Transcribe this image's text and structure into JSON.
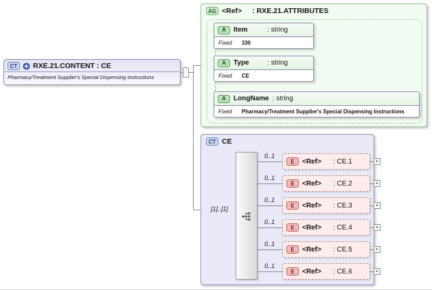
{
  "root": {
    "badge": "CT",
    "title": "RXE.21.CONTENT : CE",
    "subtitle": "Pharmacy/Treatment Supplier's Special Dispensing Instructions"
  },
  "attribute_group": {
    "badge": "AG",
    "name": "<Ref>",
    "type": ": RXE.21.ATTRIBUTES",
    "attributes": [
      {
        "badge": "A",
        "name": "Item",
        "type": ": string",
        "fixed_label": "Fixed",
        "fixed_value": "330"
      },
      {
        "badge": "A",
        "name": "Type",
        "type": ": string",
        "fixed_label": "Fixed",
        "fixed_value": "CE"
      },
      {
        "badge": "A",
        "name": "LongName",
        "type": ": string",
        "fixed_label": "Fixed",
        "fixed_value": "Pharmacy/Treatment Supplier's Special Dispensing Instructions"
      }
    ]
  },
  "complex_type": {
    "badge": "CT",
    "title": "CE",
    "cardinality": "[1]..[1]",
    "expand_glyph": "+",
    "elements": [
      {
        "badge": "E",
        "name": "<Ref>",
        "type": ": CE.1",
        "cardinality": "0..1"
      },
      {
        "badge": "E",
        "name": "<Ref>",
        "type": ": CE.2",
        "cardinality": "0..1"
      },
      {
        "badge": "E",
        "name": "<Ref>",
        "type": ": CE.3",
        "cardinality": "0..1"
      },
      {
        "badge": "E",
        "name": "<Ref>",
        "type": ": CE.4",
        "cardinality": "0..1"
      },
      {
        "badge": "E",
        "name": "<Ref>",
        "type": ": CE.5",
        "cardinality": "0..1"
      },
      {
        "badge": "E",
        "name": "<Ref>",
        "type": ": CE.6",
        "cardinality": "0..1"
      }
    ]
  }
}
